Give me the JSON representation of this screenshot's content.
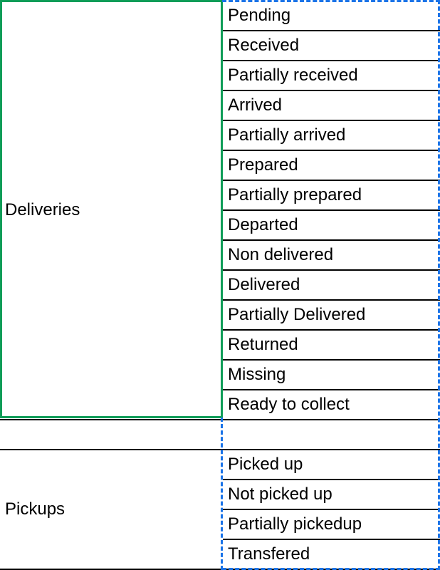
{
  "groups": {
    "deliveries": {
      "label": "Deliveries",
      "statuses": [
        "Pending",
        "Received",
        "Partially received",
        "Arrived",
        "Partially arrived",
        "Prepared",
        "Partially prepared",
        "Departed",
        "Non delivered",
        "Delivered",
        "Partially Delivered",
        "Returned",
        "Missing",
        "Ready to collect"
      ]
    },
    "pickups": {
      "label": "Pickups",
      "statuses": [
        "Picked up",
        "Not picked up",
        "Partially pickedup",
        "Transfered"
      ]
    }
  },
  "colors": {
    "selection_border": "#0f9d58",
    "copy_range_border": "#1a73e8",
    "grid_line": "#000000"
  }
}
